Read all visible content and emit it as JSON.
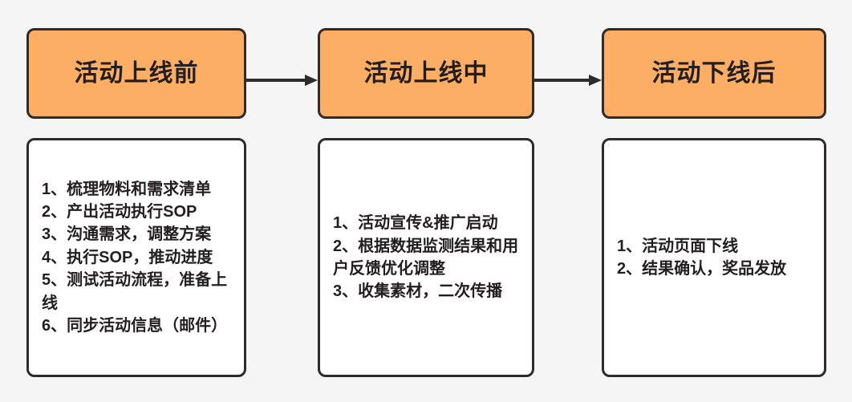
{
  "diagram": {
    "type": "flow",
    "background_color": "#f5f5f5",
    "stage_color": "#fcae64",
    "border_color": "#2d2b2b",
    "text_color": "#231f20",
    "stages": [
      {
        "header": "活动上线前",
        "tasks": [
          "1、梳理物料和需求清单",
          "2、产出活动执行SOP",
          "3、沟通需求，调整方案",
          "4、执行SOP，推动进度",
          "5、测试活动流程，准备上线",
          "6、同步活动信息（邮件）"
        ]
      },
      {
        "header": "活动上线中",
        "tasks": [
          "1、活动宣传&推广启动",
          "2、根据数据监测结果和用户反馈优化调整",
          "3、收集素材，二次传播"
        ]
      },
      {
        "header": "活动下线后",
        "tasks": [
          "1、活动页面下线",
          "2、结果确认，奖品发放"
        ]
      }
    ],
    "connectors": [
      {
        "from": "活动上线前",
        "to": "活动上线中",
        "style": "arrow"
      },
      {
        "from": "活动上线中",
        "to": "活动下线后",
        "style": "arrow"
      }
    ]
  }
}
